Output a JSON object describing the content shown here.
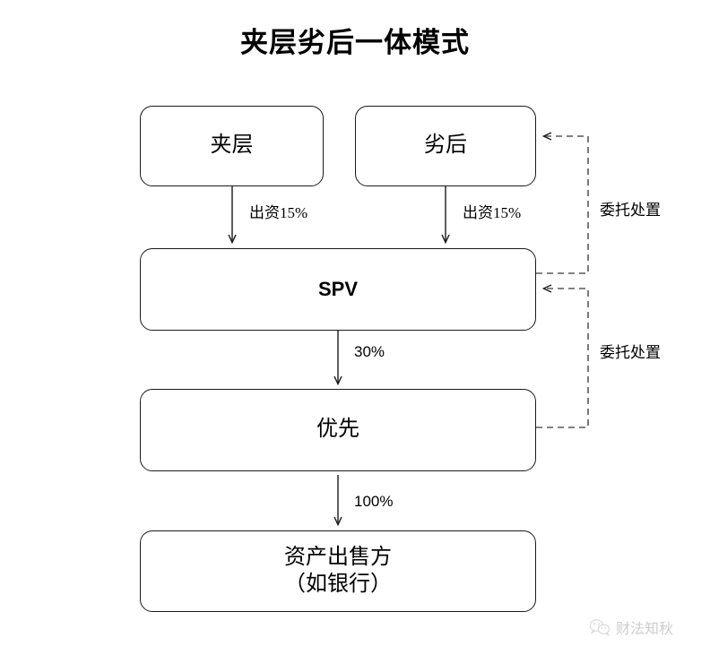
{
  "diagram": {
    "title": "夹层劣后一体模式",
    "type": "flowchart",
    "nodes": [
      {
        "id": "mezzanine",
        "label": "夹层",
        "script": "cjk"
      },
      {
        "id": "subordinate",
        "label": "劣后",
        "script": "cjk"
      },
      {
        "id": "spv",
        "label": "SPV",
        "script": "latin"
      },
      {
        "id": "senior",
        "label": "优先",
        "script": "cjk"
      },
      {
        "id": "asset-seller",
        "label": "资产出售方\n（如银行）",
        "script": "cjk"
      }
    ],
    "edges": [
      {
        "id": "mezzanine-to-spv",
        "from": "mezzanine",
        "to": "spv",
        "label": "出资15%",
        "style": "solid"
      },
      {
        "id": "subordinate-to-spv",
        "from": "subordinate",
        "to": "spv",
        "label": "出资15%",
        "style": "solid"
      },
      {
        "id": "spv-to-senior",
        "from": "spv",
        "to": "senior",
        "label": "30%",
        "style": "solid"
      },
      {
        "id": "senior-to-seller",
        "from": "senior",
        "to": "asset-seller",
        "label": "100%",
        "style": "solid"
      },
      {
        "id": "spv-to-subordinate",
        "from": "spv",
        "to": "subordinate",
        "label": "委托处置",
        "style": "dashed"
      },
      {
        "id": "senior-to-spv",
        "from": "senior",
        "to": "spv",
        "label": "委托处置",
        "style": "dashed"
      }
    ],
    "colors": {
      "stroke": "#1a1a1a",
      "dashed_stroke": "#595959",
      "background": "#ffffff",
      "text": "#000000"
    }
  },
  "watermark": {
    "text": "财法知秋",
    "icon": "wechat-icon"
  }
}
